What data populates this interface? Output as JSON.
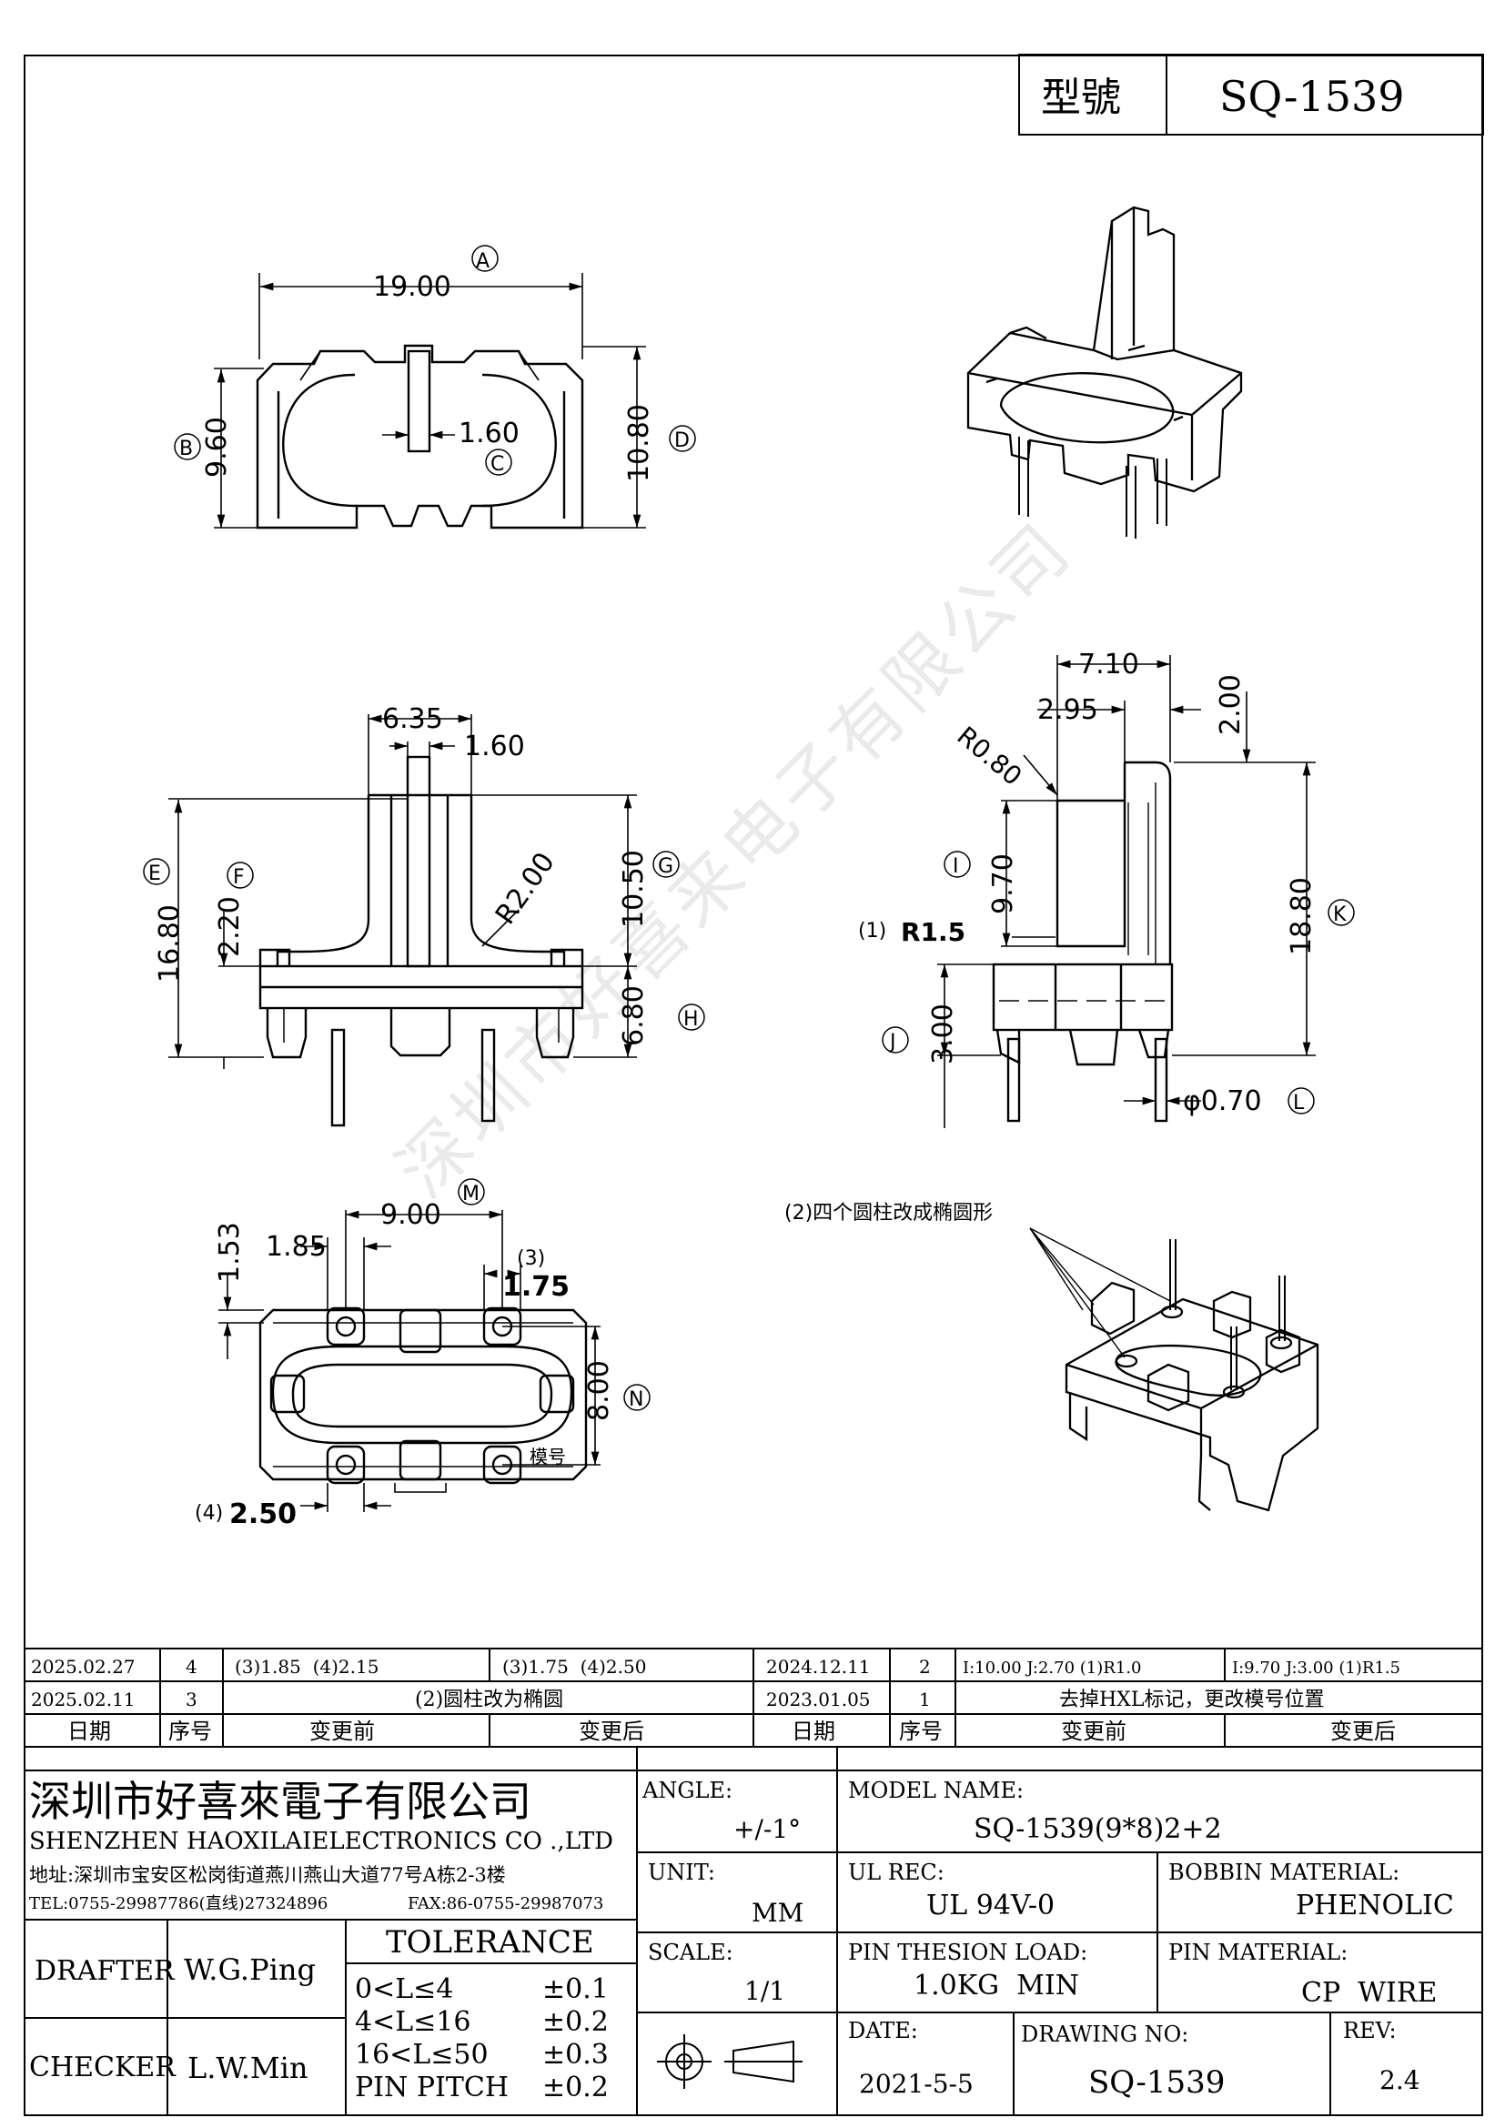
{
  "header": {
    "model_label": "型號",
    "model_value": "SQ-1539"
  },
  "watermark": "深圳市好喜来电子有限公司",
  "top_view": {
    "dim_a": "19.00",
    "tag_a": "A",
    "dim_b": "9.60",
    "tag_b": "B",
    "dim_c": "1.60",
    "tag_c": "C",
    "dim_d": "10.80",
    "tag_d": "D"
  },
  "front_view": {
    "dim_635": "6.35",
    "dim_160": "1.60",
    "dim_e": "16.80",
    "tag_e": "E",
    "dim_f": "2.20",
    "tag_f": "F",
    "dim_r200": "R2.00",
    "dim_g": "10.50",
    "tag_g": "G",
    "dim_h": "6.80",
    "tag_h": "H"
  },
  "side_view": {
    "dim_710": "7.10",
    "dim_295": "2.95",
    "dim_200": "2.00",
    "dim_r080": "R0.80",
    "dim_i": "9.70",
    "tag_i": "I",
    "note_r15_num": "(1)",
    "note_r15": "R1.5",
    "dim_k": "18.80",
    "tag_k": "K",
    "dim_j": "3.00",
    "tag_j": "J",
    "dim_l": "φ0.70",
    "tag_l": "L"
  },
  "bottom_view": {
    "dim_m": "9.00",
    "tag_m": "M",
    "dim_153": "1.53",
    "dim_185": "1.85",
    "note3_num": "(3)",
    "note3_val": "1.75",
    "dim_n": "8.00",
    "tag_n": "N",
    "mold_label": "模号",
    "note4_num": "(4)",
    "note4_val": "2.50"
  },
  "iso_note": "(2)四个圆柱改成椭圆形",
  "revisions": {
    "rows": [
      {
        "date": "2025.02.27",
        "seq": "4",
        "before": "(3)1.85  (4)2.15",
        "after": "(3)1.75  (4)2.50",
        "date2": "2024.12.11",
        "seq2": "2",
        "before2": "I:10.00 J:2.70 (1)R1.0",
        "after2": "I:9.70 J:3.00 (1)R1.5"
      },
      {
        "date": "2025.02.11",
        "seq": "3",
        "change": "(2)圆柱改为椭圆",
        "date2": "2023.01.05",
        "seq2": "1",
        "change2": "去掉HXL标记，更改模号位置"
      }
    ],
    "headers": {
      "date": "日期",
      "seq": "序号",
      "before": "变更前",
      "after": "变更后"
    }
  },
  "company": {
    "name_cn": "深圳市好喜來電子有限公司",
    "name_en": "SHENZHEN HAOXILAIELECTRONICS CO .,LTD",
    "address": "地址:深圳市宝安区松岗街道燕川燕山大道77号A栋2-3楼",
    "tel": "TEL:0755-29987786(直线)27324896",
    "fax": "FAX:86-0755-29987073"
  },
  "title_block": {
    "angle_label": "ANGLE:",
    "angle_value": "+/-1°",
    "model_name_label": "MODEL NAME:",
    "model_name_value": "SQ-1539(9*8)2+2",
    "unit_label": "UNIT:",
    "unit_value": "MM",
    "ul_label": "UL REC:",
    "ul_value": "UL 94V-0",
    "bobbin_label": "BOBBIN MATERIAL:",
    "bobbin_value": "PHENOLIC",
    "drafter_label": "DRAFTER",
    "drafter_value": "W.G.Ping",
    "checker_label": "CHECKER",
    "checker_value": "L.W.Min",
    "tolerance_label": "TOLERANCE",
    "tol_rows": [
      {
        "range": "0<L≤4",
        "value": "±0.1"
      },
      {
        "range": "4<L≤16",
        "value": "±0.2"
      },
      {
        "range": "16<L≤50",
        "value": "±0.3"
      },
      {
        "range": "PIN PITCH",
        "value": "±0.2"
      }
    ],
    "scale_label": "SCALE:",
    "scale_value": "1/1",
    "pin_load_label": "PIN THESION LOAD:",
    "pin_load_value": "1.0KG  MIN",
    "pin_mat_label": "PIN MATERIAL:",
    "pin_mat_value": "CP  WIRE",
    "date_label": "DATE:",
    "date_value": "2021-5-5",
    "drawing_no_label": "DRAWING NO:",
    "drawing_no_value": "SQ-1539",
    "rev_label": "REV:",
    "rev_value": "2.4"
  }
}
